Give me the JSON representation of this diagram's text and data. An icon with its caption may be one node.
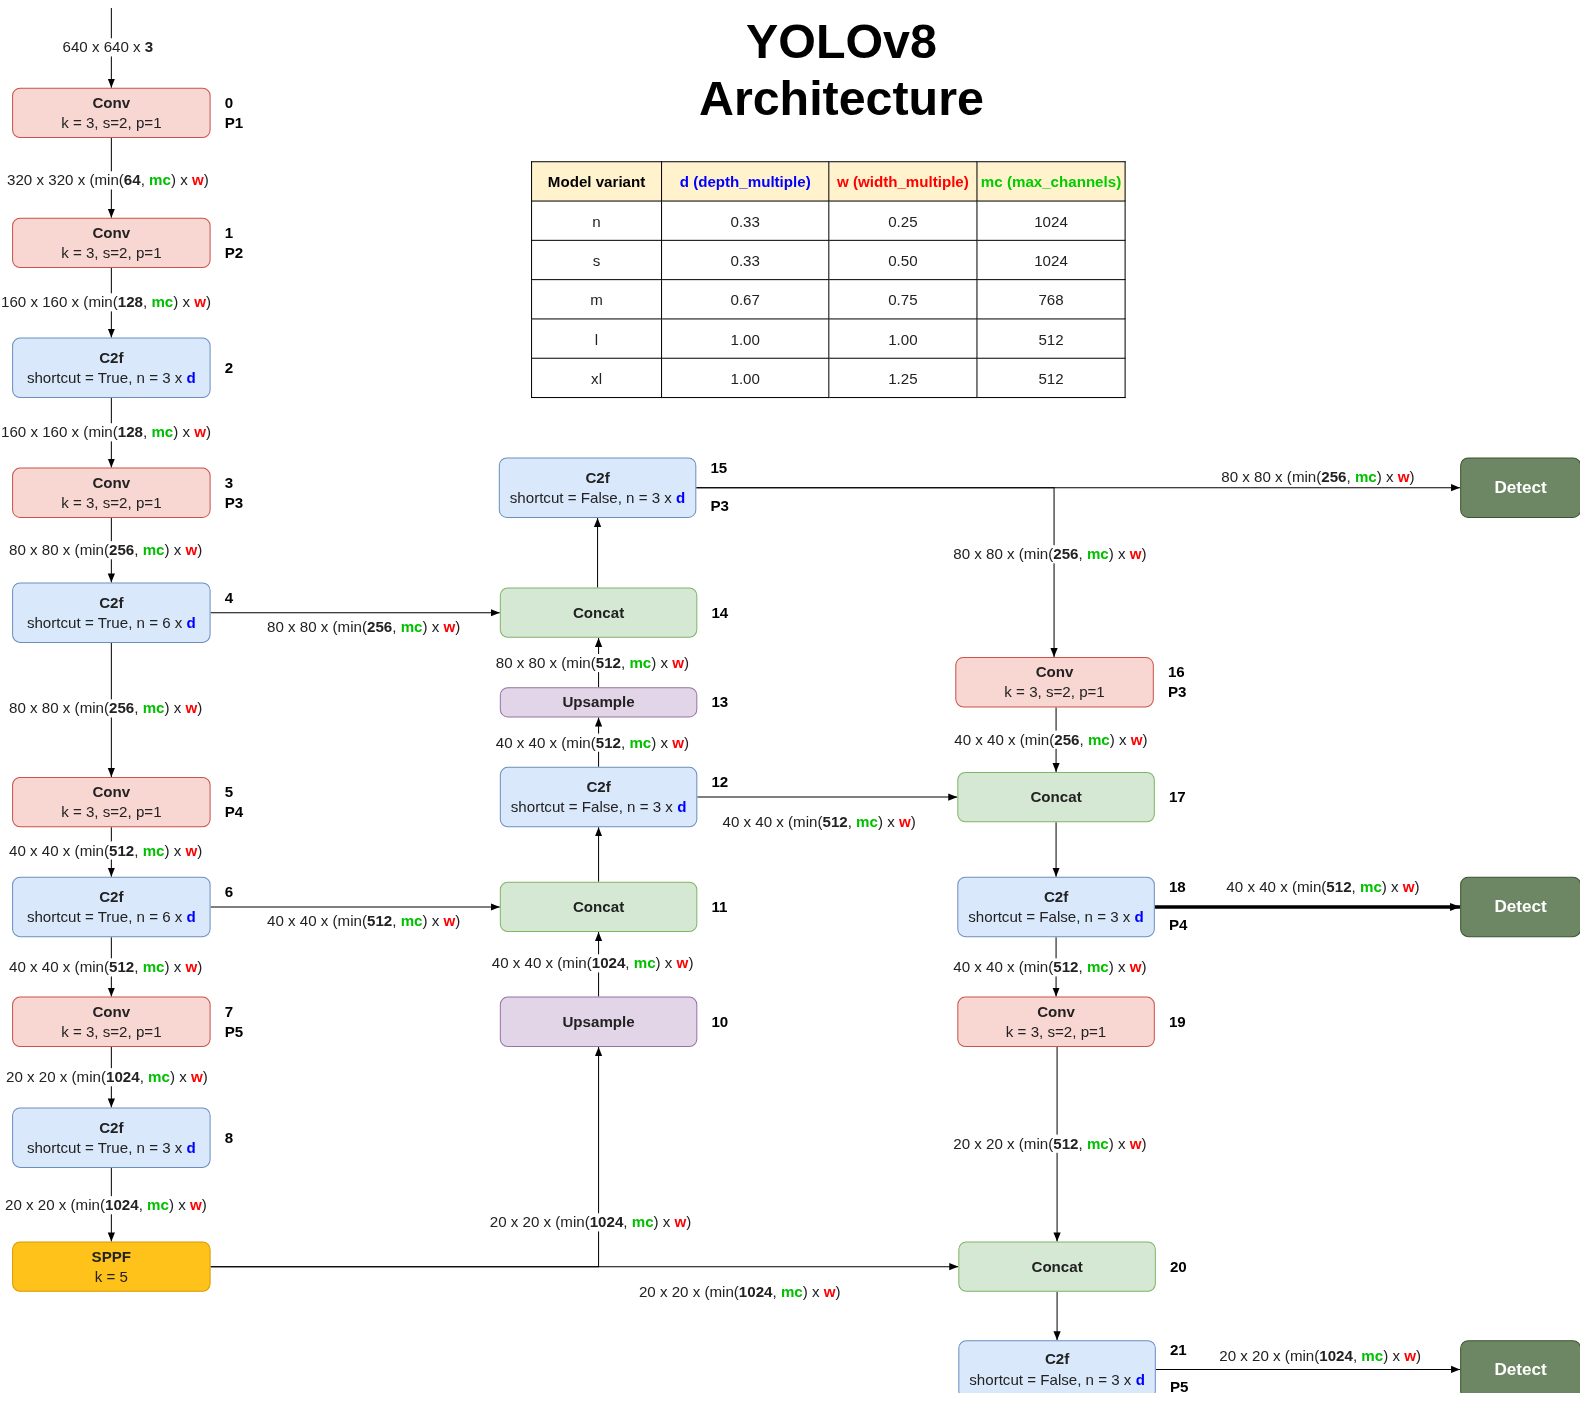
{
  "diagram": {
    "title": "YOLOv8 Architecture",
    "nodes": [
      {
        "text": [
          "Conv",
          "k = 3, s=2, p=1"
        ],
        "beside": [
          "0",
          "P1"
        ]
      },
      {
        "text": [
          "Conv",
          "k = 3, s=2, p=1"
        ],
        "beside": [
          "1",
          "P2"
        ]
      },
      {
        "text": [
          "C2f",
          "shortcut = True, n = 3 x **d**"
        ],
        "beside": [
          "2"
        ]
      },
      {
        "text": [
          "Conv",
          "k = 3, s=2, p=1"
        ],
        "beside": [
          "3",
          "P3"
        ]
      },
      {
        "text": [
          "C2f",
          "shortcut = True, n = 6 x **d**"
        ],
        "beside": [
          "4"
        ]
      },
      {
        "text": [
          "Conv",
          "k = 3, s=2, p=1"
        ],
        "beside": [
          "5",
          "P4"
        ]
      },
      {
        "text": [
          "C2f",
          "shortcut = True, n = 6 x **d**"
        ],
        "beside": [
          "6"
        ]
      },
      {
        "text": [
          "Conv",
          "k = 3, s=2, p=1"
        ],
        "beside": [
          "7",
          "P5"
        ]
      },
      {
        "text": [
          "C2f",
          "shortcut = True, n = 3 x **d**"
        ],
        "beside": [
          "8"
        ]
      },
      {
        "text": [
          "SPPF",
          "k = 5"
        ]
      },
      {
        "text": [
          "Upsample"
        ],
        "beside": [
          "10"
        ]
      },
      {
        "text": [
          "Concat"
        ],
        "beside": [
          "11"
        ]
      },
      {
        "text": [
          "C2f",
          "shortcut = False, n = 3 x **d**"
        ],
        "beside": [
          "12"
        ]
      },
      {
        "text": [
          "Upsample"
        ],
        "beside": [
          "13"
        ]
      },
      {
        "text": [
          "Concat"
        ],
        "beside": [
          "14"
        ]
      },
      {
        "text": [
          "C2f",
          "shortcut = False, n = 3 x **d**"
        ],
        "beside": [
          "15",
          "P3"
        ]
      },
      {
        "text": [
          "Conv",
          "k = 3, s=2, p=1"
        ],
        "beside": [
          "16",
          "P3"
        ]
      },
      {
        "text": [
          "Concat"
        ],
        "beside": [
          "17"
        ]
      },
      {
        "text": [
          "C2f",
          "shortcut = False, n = 3 x **d**"
        ],
        "beside": [
          "18",
          "P4"
        ]
      },
      {
        "text": [
          "Conv",
          "k = 3, s=2, p=1"
        ],
        "beside": [
          "19"
        ]
      },
      {
        "text": [
          "Concat"
        ],
        "beside": [
          "20"
        ]
      },
      {
        "text": [
          "C2f",
          "shortcut = False, n = 3 x **d**"
        ],
        "beside": [
          "21",
          "P5"
        ]
      },
      {
        "text": [
          "Detect"
        ]
      },
      {
        "text": [
          "Detect"
        ]
      },
      {
        "text": [
          "Detect"
        ]
      }
    ],
    "edges": [
      {
        "from": null,
        "to": 0,
        "arrow": "to",
        "label": "640 x 640 x **3**"
      },
      {
        "from": 0,
        "to": 1,
        "arrow": "to",
        "label": "320 x 320 x (min(**64**, **mc**) x **w**)"
      },
      {
        "from": 1,
        "to": 2,
        "arrow": "to",
        "label": "160 x 160 x (min(**128**, **mc**) x **w**)"
      },
      {
        "from": 2,
        "to": 3,
        "arrow": "to",
        "label": "160 x 160 x (min(**128**, **mc**) x **w**)"
      },
      {
        "from": 3,
        "to": 4,
        "arrow": "to",
        "label": "80 x 80 x (min(**256**, **mc**) x **w**)"
      },
      {
        "from": 4,
        "to": 5,
        "arrow": "to",
        "label": "80 x 80 x (min(**256**, **mc**) x **w**)"
      },
      {
        "from": 4,
        "to": 14,
        "arrow": "to",
        "label": "80 x 80 x (min(**256**, **mc**) x **w**)"
      },
      {
        "from": 5,
        "to": 6,
        "arrow": "to",
        "label": "40 x 40 x (min(**512**, **mc**) x **w**)"
      },
      {
        "from": 6,
        "to": 7,
        "arrow": "to",
        "label": "40 x 40 x (min(**512**, **mc**) x **w**)"
      },
      {
        "from": 6,
        "to": 11,
        "arrow": "to",
        "label": "40 x 40 x (min(**512**, **mc**) x **w**)"
      },
      {
        "from": 7,
        "to": 8,
        "arrow": "to",
        "label": "20 x 20 x (min(**1024**, **mc**) x **w**)"
      },
      {
        "from": 8,
        "to": 9,
        "arrow": "to",
        "label": "20 x 20 x (min(**1024**, **mc**) x **w**)"
      },
      {
        "from": 9,
        "to": 10,
        "arrow": "to",
        "label": "20 x 20 x (min(**1024**, **mc**) x **w**)"
      },
      {
        "from": 9,
        "to": 20,
        "arrow": "to",
        "label": "20 x 20 x (min(**1024**, **mc**) x **w**)"
      },
      {
        "from": 10,
        "to": 11,
        "arrow": "to",
        "label": "40 x 40 x (min(**1024**, **mc**) x **w**)"
      },
      {
        "from": 11,
        "to": 12,
        "arrow": "to"
      },
      {
        "from": 12,
        "to": 13,
        "arrow": "to",
        "label": "40 x 40 x (min(**512**, **mc**) x **w**)"
      },
      {
        "from": 13,
        "to": 14,
        "arrow": "to",
        "label": "80 x 80 x (min(**512**, **mc**) x **w**)"
      },
      {
        "from": 14,
        "to": 15,
        "arrow": "to"
      },
      {
        "from": 15,
        "to": 22,
        "arrow": "to",
        "label": "80 x 80 x (min(**256**, **mc**) x **w**)"
      },
      {
        "from": 15,
        "to": 16,
        "arrow": "to",
        "label": "80 x 80 x (min(**256**, **mc**) x **w**)"
      },
      {
        "from": 16,
        "to": 17,
        "arrow": "to",
        "label": "40 x 40 x (min(**256**, **mc**) x **w**)"
      },
      {
        "from": 12,
        "to": 17,
        "arrow": "to",
        "label": "40 x 40 x (min(**512**, **mc**) x **w**)"
      },
      {
        "from": 17,
        "to": 18,
        "arrow": "to"
      },
      {
        "from": 18,
        "to": 23,
        "arrow": "to",
        "label": "40 x 40 x (min(**512**, **mc**) x **w**)",
        "style": "thick"
      },
      {
        "from": 18,
        "to": 19,
        "arrow": "to",
        "label": "40 x 40 x (min(**512**, **mc**) x **w**)"
      },
      {
        "from": 19,
        "to": 20,
        "arrow": "to",
        "label": "20 x 20 x (min(**512**, **mc**) x **w**)"
      },
      {
        "from": 20,
        "to": 21,
        "arrow": "to"
      },
      {
        "from": 21,
        "to": 24,
        "arrow": "to",
        "label": "20 x 20 x (min(**1024**, **mc**) x **w**)"
      }
    ],
    "labels": [
      "Model variant",
      "d (depth_multiple)",
      "w (width_multiple)",
      "mc (max_channels)",
      "n",
      "0.33",
      "0.25",
      "1024",
      "s",
      "0.33",
      "0.50",
      "1024",
      "m",
      "0.67",
      "0.75",
      "768",
      "l",
      "1.00",
      "1.00",
      "512",
      "xl",
      "1.00",
      "1.25",
      "512"
    ]
  }
}
